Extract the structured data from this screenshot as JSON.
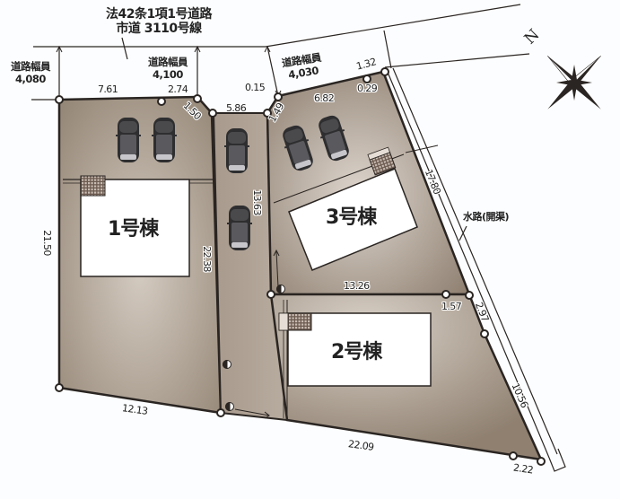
{
  "road_header": {
    "line1": "法42条1項1号道路",
    "line2": "市道 3110号線"
  },
  "road_widths": [
    {
      "label": "道路幅員",
      "value": "4,080"
    },
    {
      "label": "道路幅員",
      "value": "4,100"
    },
    {
      "label": "道路幅員",
      "value": "4,030"
    }
  ],
  "buildings": [
    {
      "id": "lot-1",
      "label": "1号棟"
    },
    {
      "id": "lot-2",
      "label": "2号棟"
    },
    {
      "id": "lot-3",
      "label": "3号棟"
    }
  ],
  "waterway_label": "水路(開渠)",
  "compass": {
    "label": "N",
    "icon": "compass-rose-icon"
  },
  "dimensions": {
    "top_lot1": "7.61",
    "top_lot1b": "2.74",
    "corner_1": "1.50",
    "driveway_top": "5.86",
    "top_gap": "0.15",
    "corner_3": "1.49",
    "top_lot3": "6.82",
    "top_right": "1.32",
    "top_right_b": "0.29",
    "left_side": "21.50",
    "lot1_right": "22.38",
    "driveway_side": "13.63",
    "right_side": "17.80",
    "lot3_bottom": "13.26",
    "lot3_bottom_b": "1.57",
    "right_mid": "2.97",
    "right_lower": "10.56",
    "bottom_lot1": "12.13",
    "bottom_lot2": "22.09",
    "bottom_right": "2.22"
  },
  "colors": {
    "lot_fill": "#9c8e80",
    "lot_fill_light": "#d6cdc3",
    "border": "#2a2522",
    "building_fill": "#ffffff",
    "car": "#3a3a3c"
  }
}
